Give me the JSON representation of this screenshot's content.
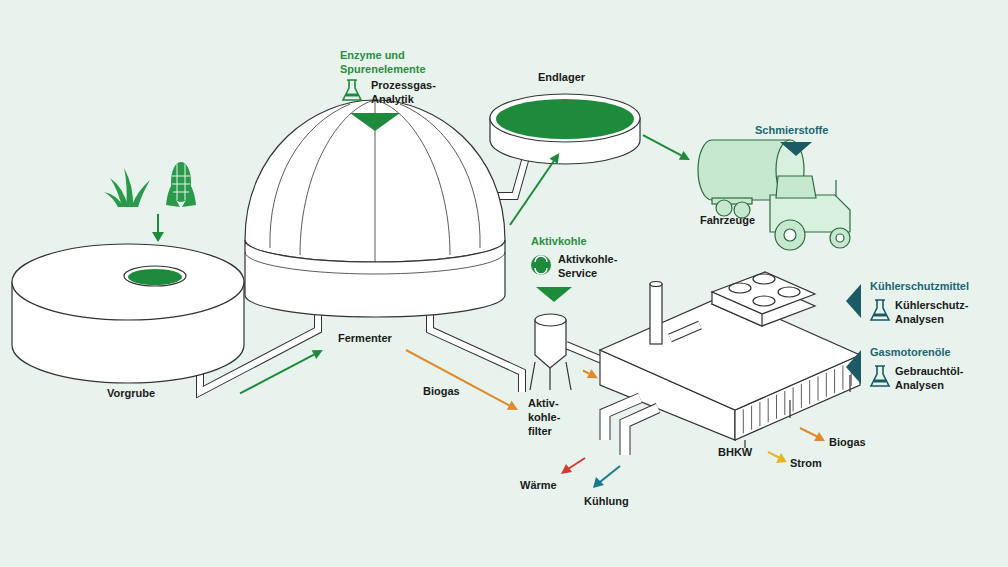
{
  "diagram": {
    "nodes": [
      {
        "text": [
          "Vorgrube"
        ]
      },
      {
        "text": [
          "Fermenter"
        ]
      },
      {
        "text": [
          "Endlager"
        ]
      },
      {
        "text": [
          "Fahrzeuge"
        ]
      },
      {
        "text": [
          "Aktiv-kohle-filter"
        ]
      },
      {
        "text": [
          "BHKW"
        ]
      }
    ],
    "edges": [
      {
        "from": 0,
        "to": 1,
        "arrow": "to"
      },
      {
        "from": 1,
        "to": 2,
        "arrow": "to"
      },
      {
        "from": 2,
        "to": 3,
        "arrow": "to"
      },
      {
        "from": 1,
        "to": 4,
        "label": "Biogas",
        "arrow": "to"
      },
      {
        "from": 4,
        "to": 5,
        "arrow": "to"
      }
    ],
    "labels": [
      "Enzyme und Spurenelemente",
      "Prozessgas-Analytik",
      "Schmierstoffe",
      "Aktivkohle",
      "Aktivkohle-Service",
      "Kühlerschutzmittel",
      "Kühlerschutz-Analysen",
      "Gasmotorenöle",
      "Gebrauchtöl-Analysen",
      "Wärme",
      "Kühlung",
      "Biogas",
      "Strom"
    ]
  }
}
